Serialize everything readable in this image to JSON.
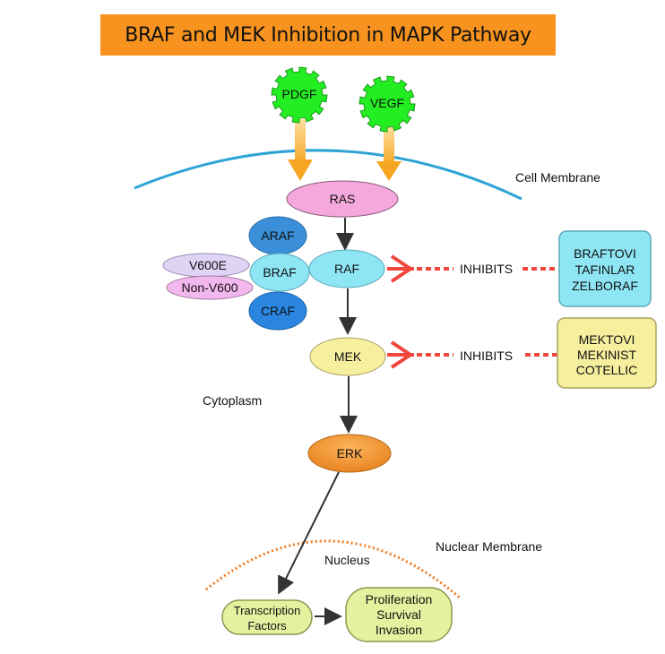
{
  "title": "BRAF and MEK Inhibition in MAPK Pathway",
  "colors": {
    "title_bg": "#f7931e",
    "growth_factor": "#22ee22",
    "ras": "#f4a8dc",
    "raf": "#8ee6f5",
    "araf": "#3a8fd8",
    "craf": "#2a86e0",
    "mek": "#f6ef9e",
    "erk": "#f08a20",
    "inhibit": "#f0463c",
    "cell_membrane": "#2ea3d5",
    "nuclear_membrane": "#f07a20",
    "nucleus_box": "#e4f2a0"
  },
  "growth_factors": [
    {
      "label": "PDGF"
    },
    {
      "label": "VEGF"
    }
  ],
  "regions": {
    "cell_membrane": "Cell Membrane",
    "cytoplasm": "Cytoplasm",
    "nuclear_membrane": "Nuclear Membrane",
    "nucleus": "Nucleus"
  },
  "nodes": {
    "ras": "RAS",
    "raf": "RAF",
    "mek": "MEK",
    "erk": "ERK",
    "araf": "ARAF",
    "braf": "BRAF",
    "craf": "CRAF",
    "v600e": "V600E",
    "non_v600": "Non-V600"
  },
  "inhibition": [
    {
      "label": "INHIBITS",
      "drugs": [
        "BRAFTOVI",
        "TAFINLAR",
        "ZELBORAF"
      ]
    },
    {
      "label": "INHIBITS",
      "drugs": [
        "MEKTOVI",
        "MEKINIST",
        "COTELLIC"
      ]
    }
  ],
  "nucleus_boxes": {
    "transcription": [
      "Transcription",
      "Factors"
    ],
    "outcomes": [
      "Proliferation",
      "Survival",
      "Invasion"
    ]
  }
}
